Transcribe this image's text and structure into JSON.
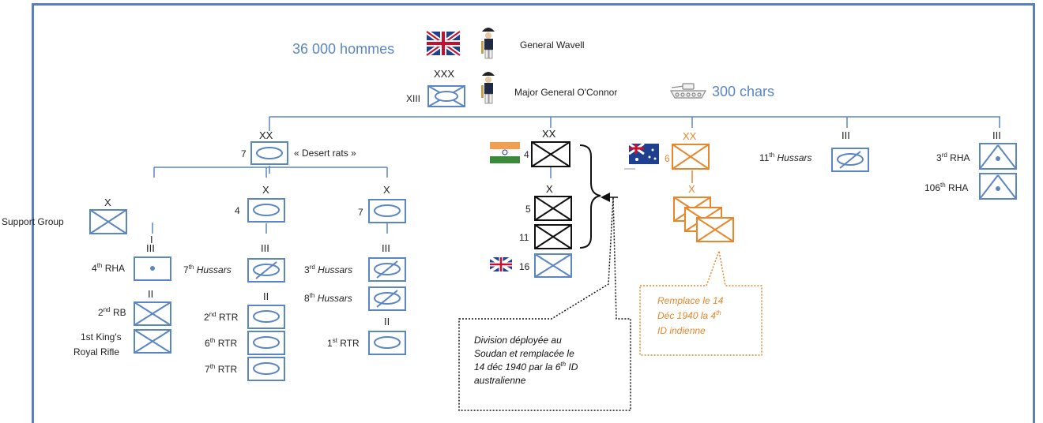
{
  "header": {
    "men_count": "36 000 hommes",
    "commander": "General Wavell",
    "corps_echelon": "XXX",
    "corps_name": "XIII",
    "corps_commander": "Major General O'Connor",
    "tanks_count": "300 chars"
  },
  "div7": {
    "echelon": "XX",
    "number": "7",
    "nickname": "« Desert rats »"
  },
  "support_group": {
    "echelon": "X",
    "name": "Support Group",
    "sub_echelon": "I"
  },
  "brigade4": {
    "echelon": "X",
    "number": "4"
  },
  "brigade7": {
    "echelon": "X",
    "number": "7"
  },
  "units_left": {
    "rha4": {
      "echelon": "III",
      "num": "4",
      "sup": "th",
      "name": "RHA"
    },
    "rb2": {
      "echelon": "II",
      "num": "2",
      "sup": "nd",
      "name": "RB"
    },
    "krrc_line1": "1st King's",
    "krrc_line2": "Royal Rifle"
  },
  "units_b4": {
    "hussars7": {
      "echelon": "III",
      "num": "7",
      "sup": "th",
      "name": "Hussars"
    },
    "rtr_echelon": "II",
    "rtr2": {
      "num": "2",
      "sup": "nd",
      "name": "RTR"
    },
    "rtr6": {
      "num": "6",
      "sup": "th",
      "name": "RTR"
    },
    "rtr7": {
      "num": "7",
      "sup": "th",
      "name": "RTR"
    }
  },
  "units_b7": {
    "hussar_echelon": "III",
    "hussars3": {
      "num": "3",
      "sup": "rd",
      "name": "Hussars"
    },
    "hussars8": {
      "num": "8",
      "sup": "th",
      "name": "Hussars"
    },
    "rtr_echelon": "II",
    "rtr1": {
      "num": "1",
      "sup": "st",
      "name": "RTR"
    }
  },
  "div4": {
    "echelon": "XX",
    "number": "4",
    "brig_echelon": "X",
    "brig5": "5",
    "brig11": "11",
    "brig16": "16"
  },
  "div6": {
    "echelon": "XX",
    "number": "6",
    "brig_echelon": "X"
  },
  "hussars11": {
    "echelon": "III",
    "num": "11",
    "sup": "th",
    "name": "Hussars"
  },
  "artillery": {
    "echelon": "III",
    "rha3": {
      "num": "3",
      "sup": "rd",
      "name": "RHA"
    },
    "rha106": {
      "num": "106",
      "sup": "th",
      "name": "RHA"
    }
  },
  "note_black": {
    "l1": "Division déployée au",
    "l2": "Soudan et remplacée le",
    "l3": "14 déc 1940 par la 6",
    "l3_sup": "th",
    "l3_end": " ID",
    "l4": "australienne"
  },
  "note_orange": {
    "l1": "Remplace le 14",
    "l2": "Déc 1940 la 4",
    "l2_sup": "th",
    "l3": "ID indienne"
  },
  "colors": {
    "blue": "#4a78b8",
    "orange": "#e8862a",
    "black": "#111111"
  }
}
